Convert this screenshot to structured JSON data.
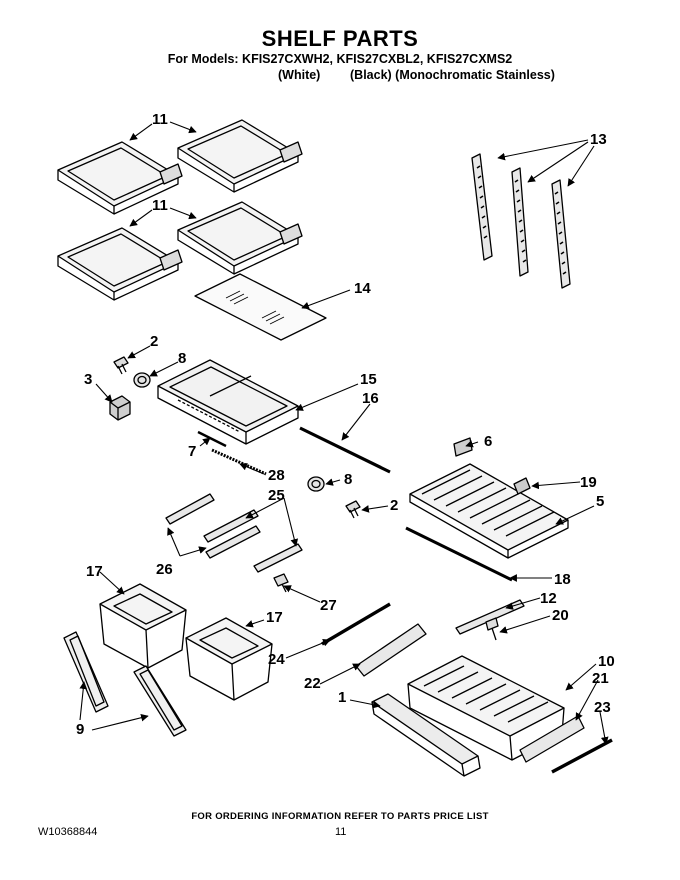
{
  "header": {
    "title": "SHELF PARTS",
    "models": "For Models: KFIS27CXWH2, KFIS27CXBL2, KFIS27CXMS2",
    "variants": [
      "(White)",
      "(Black) (Monochromatic Stainless)"
    ]
  },
  "callouts": {
    "c1": "1",
    "c2": "2",
    "c3": "3",
    "c5": "5",
    "c6": "6",
    "c7": "7",
    "c8": "8",
    "c9": "9",
    "c10": "10",
    "c11": "11",
    "c12": "12",
    "c13": "13",
    "c14": "14",
    "c15": "15",
    "c16": "16",
    "c17": "17",
    "c18": "18",
    "c19": "19",
    "c20": "20",
    "c21": "21",
    "c22": "22",
    "c23": "23",
    "c24": "24",
    "c25": "25",
    "c26": "26",
    "c27": "27",
    "c28": "28"
  },
  "footer": {
    "note": "FOR ORDERING INFORMATION REFER TO PARTS PRICE LIST",
    "doc_id": "W10368844",
    "page": "11"
  }
}
